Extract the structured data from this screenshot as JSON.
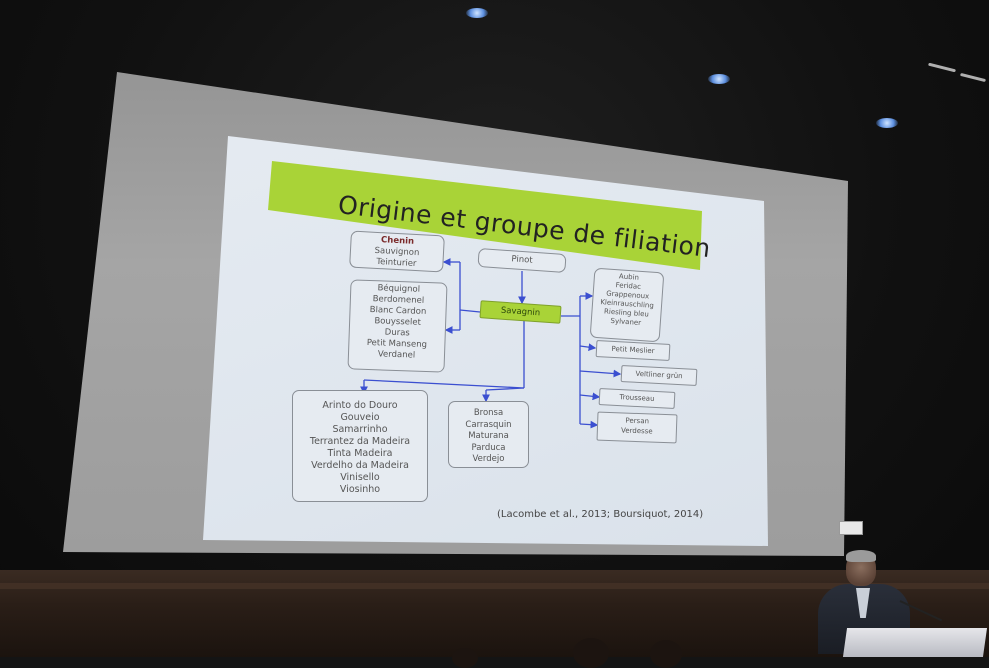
{
  "slide": {
    "title": "Origine et groupe de filiation",
    "parent_box": "Pinot",
    "center_box": "Savagnin",
    "left_top": {
      "highlight": "Chenin",
      "rest": [
        "Sauvignon",
        "Teinturier"
      ]
    },
    "left_mid": [
      "Béquignol",
      "Berdomenel",
      "Blanc Cardon",
      "Bouysselet",
      "Duras",
      "Petit Manseng",
      "Verdanel"
    ],
    "bottom_left": [
      "Arinto do Douro",
      "Gouveio",
      "Samarrinho",
      "Terrantez da Madeira",
      "Tinta Madeira",
      "Verdelho da Madeira",
      "Vinisello",
      "Viosinho"
    ],
    "bottom_mid": [
      "Bronsa",
      "Carrasquin",
      "Maturana",
      "Parduca",
      "Verdejo"
    ],
    "right_top": [
      "Aubin",
      "Feridac",
      "Grappenoux",
      "Kleinrauschling",
      "Riesling bleu",
      "Sylvaner"
    ],
    "right_1": "Petit Meslier",
    "right_2": "Veltliner grün",
    "right_3": "Trousseau",
    "right_4": [
      "Persan",
      "Verdesse"
    ],
    "citation": "(Lacombe et al., 2013; Boursiquot, 2014)"
  },
  "colors": {
    "title_bar": "#a9d337",
    "arrow": "#3b4fd0",
    "slide_bg": "#e2e8ef"
  }
}
